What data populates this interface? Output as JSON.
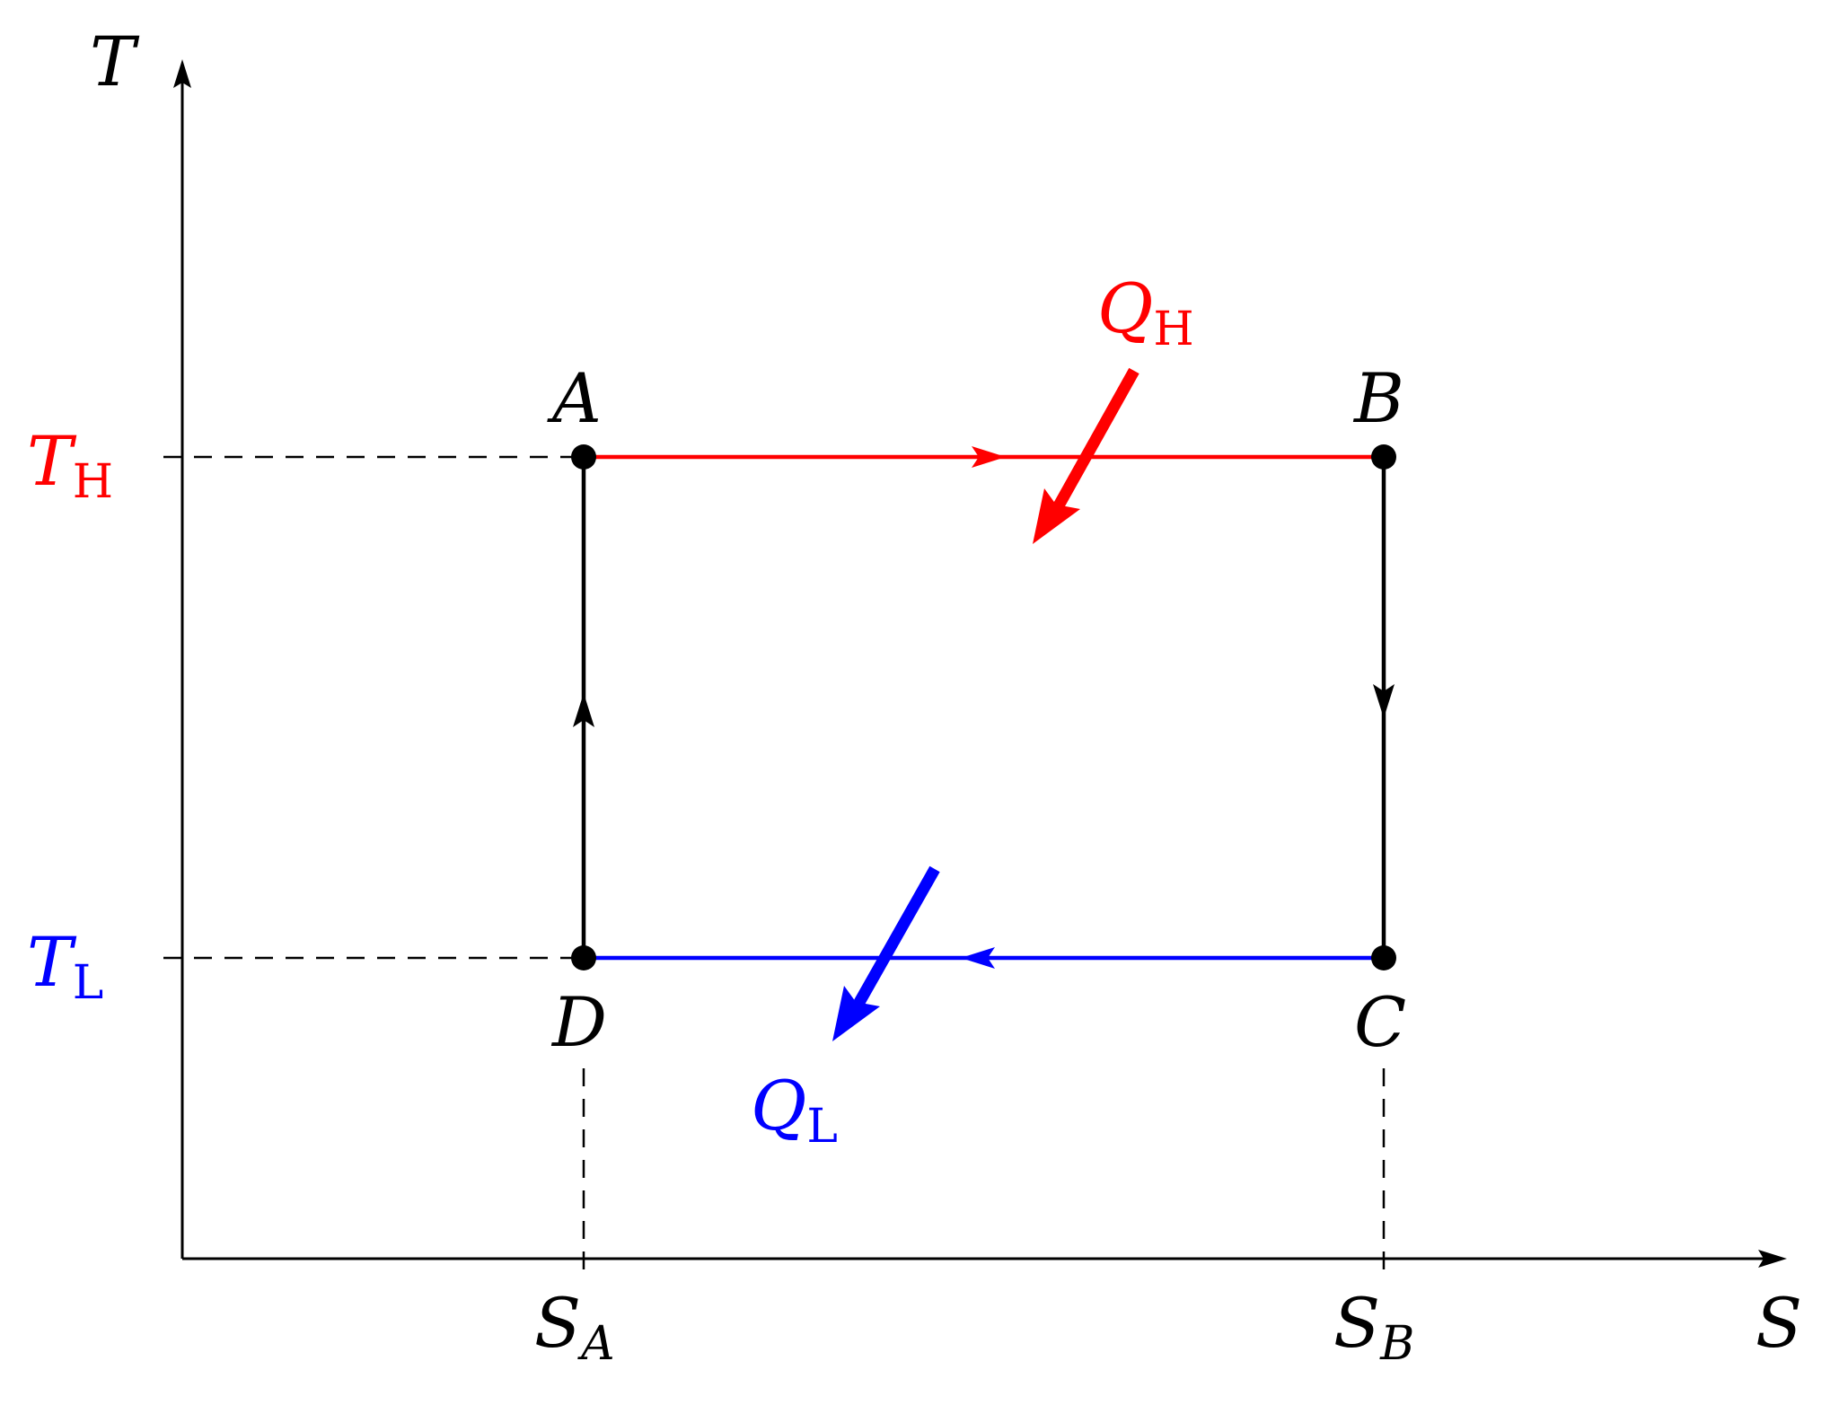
{
  "axes": {
    "x_label": "S",
    "y_label": "T"
  },
  "temperatures": {
    "high": {
      "symbol": "T",
      "sub": "H",
      "color": "#ff0000"
    },
    "low": {
      "symbol": "T",
      "sub": "L",
      "color": "#0000ff"
    }
  },
  "entropies": {
    "a": {
      "symbol": "S",
      "sub": "A"
    },
    "b": {
      "symbol": "S",
      "sub": "B"
    }
  },
  "points": {
    "A": "A",
    "B": "B",
    "C": "C",
    "D": "D"
  },
  "heat": {
    "in": {
      "symbol": "Q",
      "sub": "H",
      "color": "#ff0000"
    },
    "out": {
      "symbol": "Q",
      "sub": "L",
      "color": "#0000ff"
    }
  },
  "colors": {
    "axis": "#000000",
    "hot": "#ff0000",
    "cold": "#0000ff",
    "adiabat": "#000000"
  },
  "cycle": [
    "A",
    "B",
    "C",
    "D"
  ]
}
